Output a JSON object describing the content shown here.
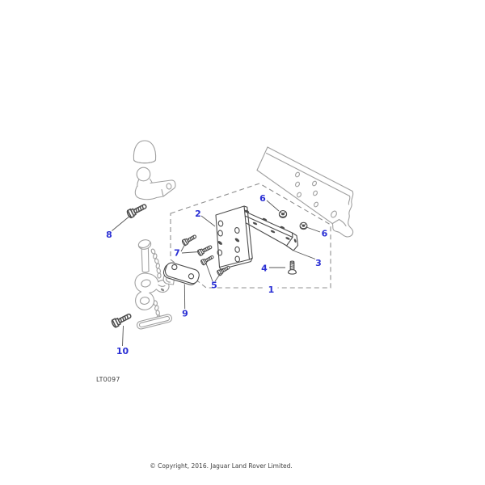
{
  "diagram": {
    "drawing_code": "LT0097",
    "copyright": "© Copyright, 2016. Jaguar Land Rover Limited.",
    "callouts": {
      "n1": "1",
      "n2": "2",
      "n3": "3",
      "n4": "4",
      "n5": "5",
      "n6": "6",
      "n7": "7",
      "n8": "8",
      "n9": "9",
      "n10": "10"
    }
  },
  "colors": {
    "accent": "#2a2fd4",
    "ink": "#4d4d4d",
    "context": "#a0a0a0",
    "dash": "#909090",
    "paper": "#ffffff",
    "text": "#3f3f3f"
  }
}
